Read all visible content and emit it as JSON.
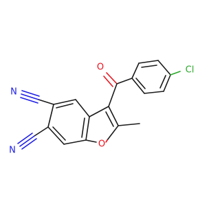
{
  "molecule": {
    "atoms": {
      "carbonyl_oxygen": "O",
      "chlorine": "Cl",
      "nitrile_nitrogen_top": "N",
      "nitrile_nitrogen_bottom": "N",
      "furan_oxygen": "O"
    },
    "colors": {
      "carbon_bond": "#1a1a1a",
      "oxygen": "#e8141e",
      "nitrogen": "#1e1ee8",
      "chlorine": "#2aa82a"
    }
  }
}
